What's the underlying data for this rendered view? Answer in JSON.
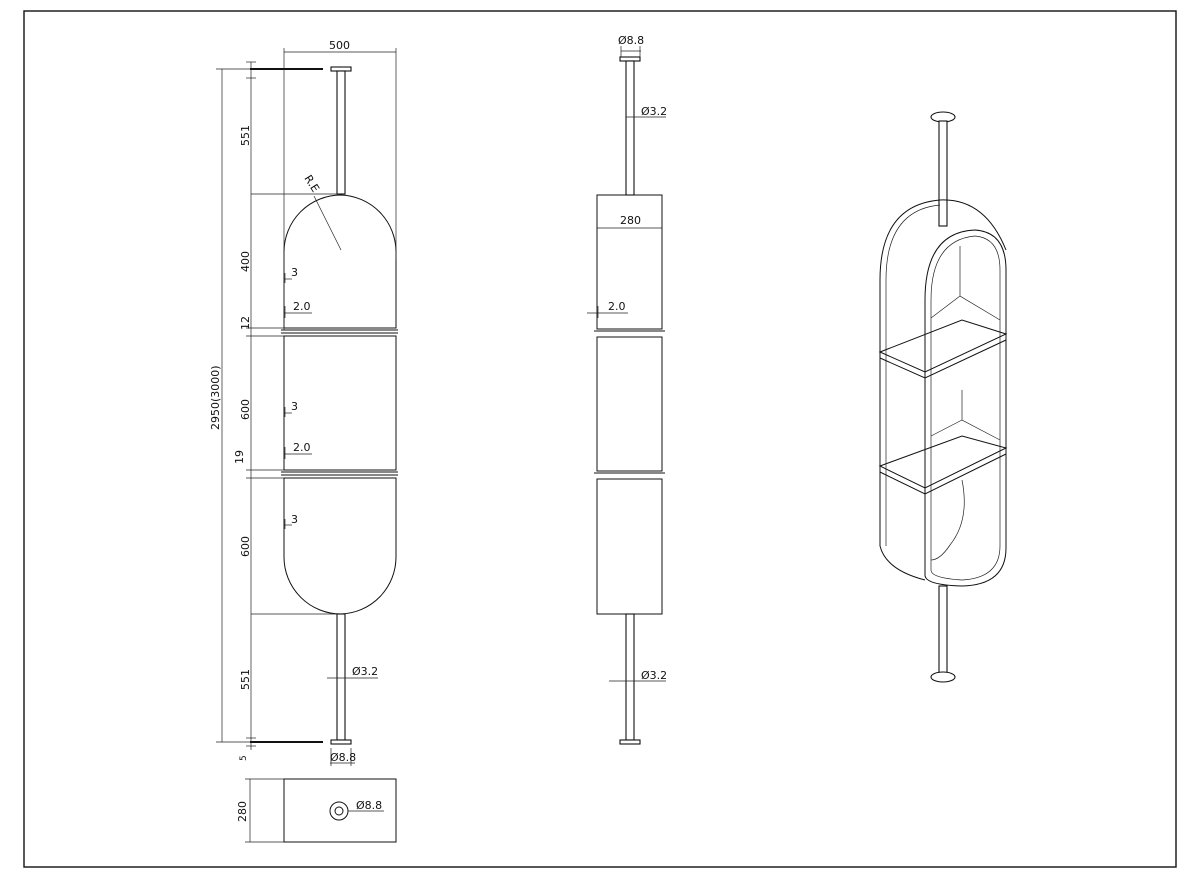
{
  "colors": {
    "line": "#111111",
    "background": "#ffffff"
  },
  "front_view": {
    "width": "500",
    "total_height": "2950(3000)",
    "top_rod_length": "551",
    "bottom_rod_length": "551",
    "top_module_height": "400",
    "joint_upper": "12",
    "middle_module_height": "600",
    "joint_lower": "19",
    "bottom_module_height": "600",
    "thickness_top": "3",
    "thickness_mid": "3",
    "thickness_bot": "3",
    "gap_upper": "2.0",
    "gap_lower": "2.0",
    "radius": "R.E",
    "rod_diameter": "Ø3.2",
    "base_diameter": "Ø8.8",
    "base_plate": "5"
  },
  "side_view": {
    "top_diameter": "Ø8.8",
    "rod_diameter_top": "Ø3.2",
    "depth": "280",
    "gap": "2.0",
    "rod_diameter_bottom": "Ø3.2"
  },
  "plan_view": {
    "depth": "280",
    "plate_diameter": "Ø8.8"
  }
}
